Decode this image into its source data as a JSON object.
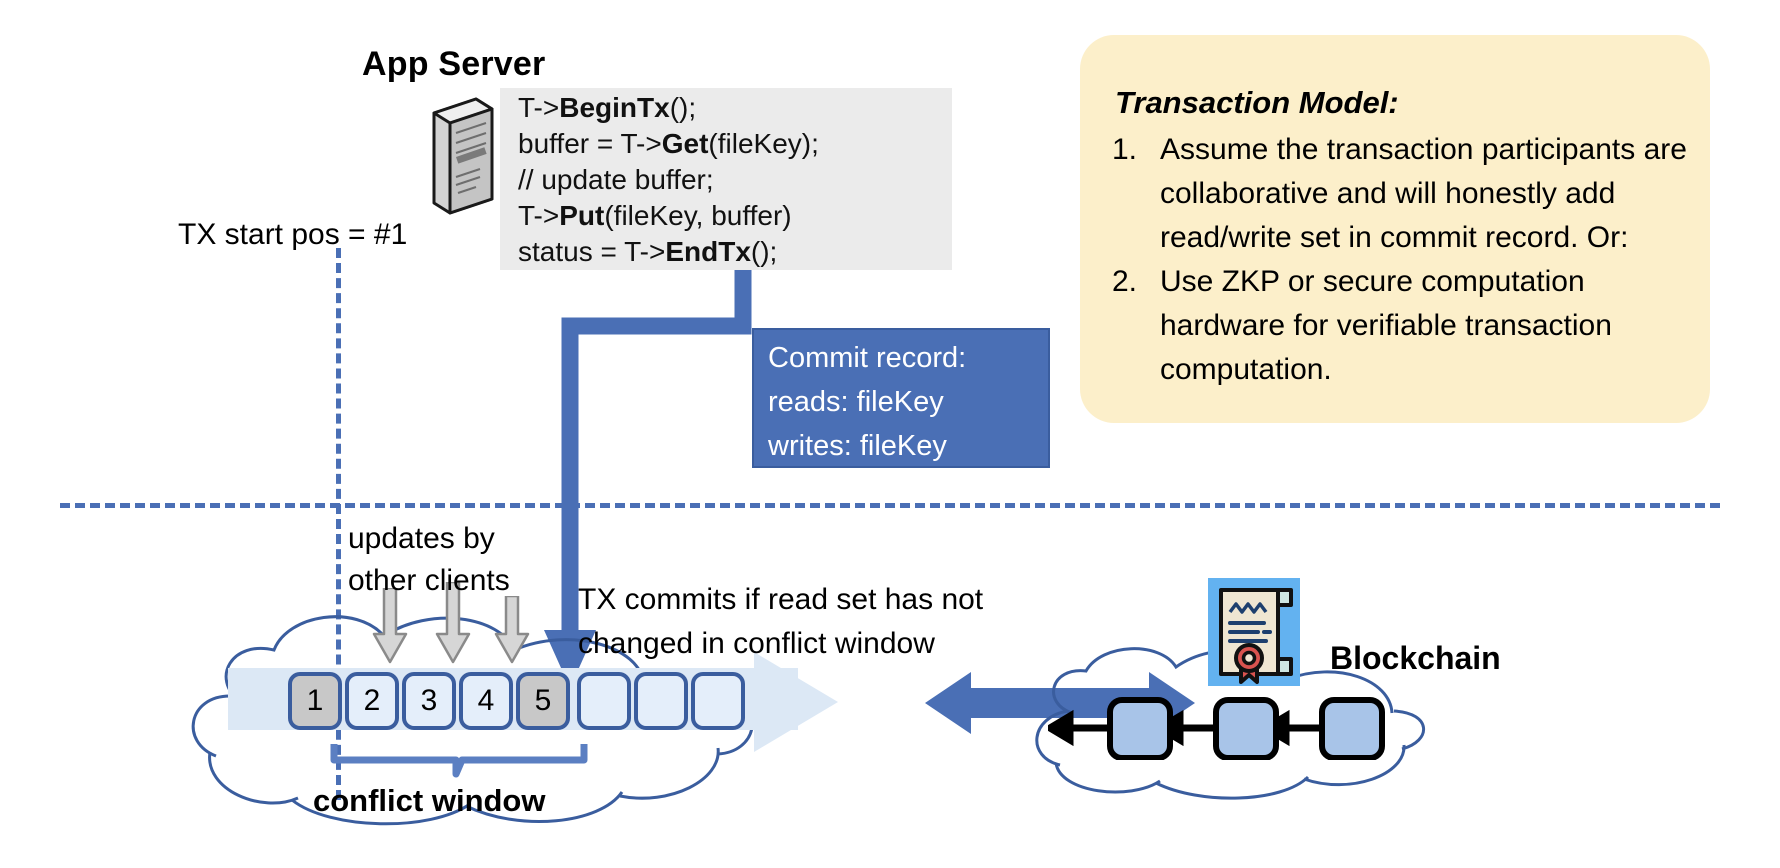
{
  "diagram": {
    "title_app_server": "App Server",
    "tx_start_label": "TX start pos = #1",
    "code": {
      "line1_pre": "T->",
      "line1_bold": "BeginTx",
      "line1_post": "();",
      "line2_pre": "buffer = T->",
      "line2_bold": "Get",
      "line2_post": "(fileKey);",
      "line3": "// update buffer;",
      "line4_pre": "T->",
      "line4_bold": "Put",
      "line4_post": "(fileKey, buffer)",
      "line5_pre": "status = T->",
      "line5_bold": "EndTx",
      "line5_post": "();"
    },
    "commit_record": {
      "heading": "Commit record:",
      "reads": "reads: fileKey",
      "writes": "writes: fileKey"
    },
    "note": {
      "title": "Transaction Model:",
      "items": [
        {
          "num": "1.",
          "text": "Assume the transaction participants are collaborative and will honestly add read/write set in commit record.  Or:"
        },
        {
          "num": "2.",
          "text": "Use ZKP or secure computation hardware for verifiable transaction computation."
        }
      ]
    },
    "labels": {
      "updates_line1": "updates by",
      "updates_line2": "other clients",
      "tx_commits_line1": "TX commits if read set has not",
      "tx_commits_line2": "changed in conflict window",
      "conflict_window": "conflict window",
      "blockchain": "Blockchain"
    },
    "ledger_cells": [
      {
        "label": "1",
        "filled": true
      },
      {
        "label": "2",
        "filled": false
      },
      {
        "label": "3",
        "filled": false
      },
      {
        "label": "4",
        "filled": false
      },
      {
        "label": "5",
        "filled": true
      },
      {
        "label": "",
        "filled": false
      },
      {
        "label": "",
        "filled": false
      },
      {
        "label": "",
        "filled": false
      }
    ],
    "icons": {
      "server": "server-tower-icon",
      "certificate": "certificate-seal-icon"
    },
    "colors": {
      "accent_blue": "#4a6fb5",
      "note_yellow": "#fcefca",
      "code_gray": "#ebebeb",
      "cell_fill": "#c8c8c8",
      "cell_empty": "#e4eefa",
      "outline_blue": "#3a5d9e",
      "seal_red": "#d9534f",
      "cert_bg": "#63b2f0"
    }
  }
}
